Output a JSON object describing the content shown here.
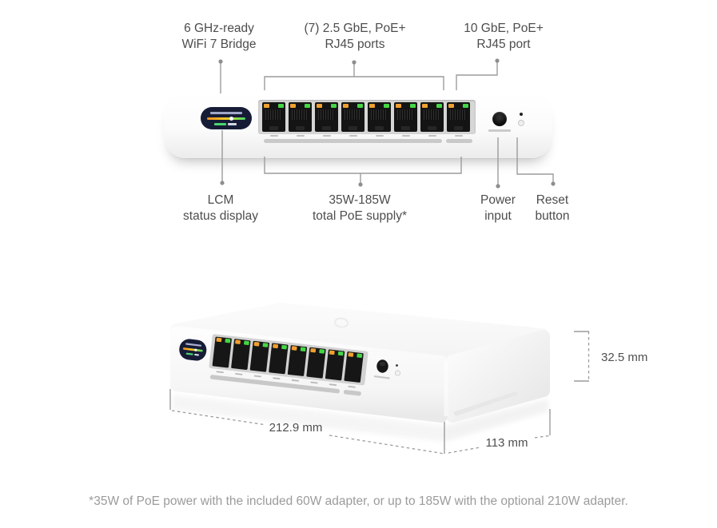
{
  "colors": {
    "label_text": "#4d4d4d",
    "line": "#9c9c9c",
    "footnote_text": "#9b9b9b",
    "led_orange": "#f0a030",
    "led_green": "#45d645",
    "lcm_bg": "#171c36"
  },
  "front_view": {
    "port_count": 8,
    "callouts_top": [
      {
        "id": "wifi-bridge",
        "line1": "6 GHz-ready",
        "line2": "WiFi 7 Bridge"
      },
      {
        "id": "ports-25gbe",
        "line1": "(7) 2.5 GbE, PoE+",
        "line2": "RJ45 ports"
      },
      {
        "id": "port-10gbe",
        "line1": "10 GbE, PoE+",
        "line2": "RJ45 port"
      }
    ],
    "callouts_bottom": [
      {
        "id": "lcm-display",
        "line1": "LCM",
        "line2": "status display"
      },
      {
        "id": "poe-supply",
        "line1": "35W-185W",
        "line2": "total PoE supply*"
      },
      {
        "id": "power-input",
        "line1": "Power",
        "line2": "input"
      },
      {
        "id": "reset-button",
        "line1": "Reset",
        "line2": "button"
      }
    ]
  },
  "dimensions": {
    "height_label": "32.5 mm",
    "length_label": "212.9 mm",
    "depth_label": "113 mm"
  },
  "footnote": "*35W of PoE power with the included 60W adapter, or up to 185W with the optional 210W adapter."
}
